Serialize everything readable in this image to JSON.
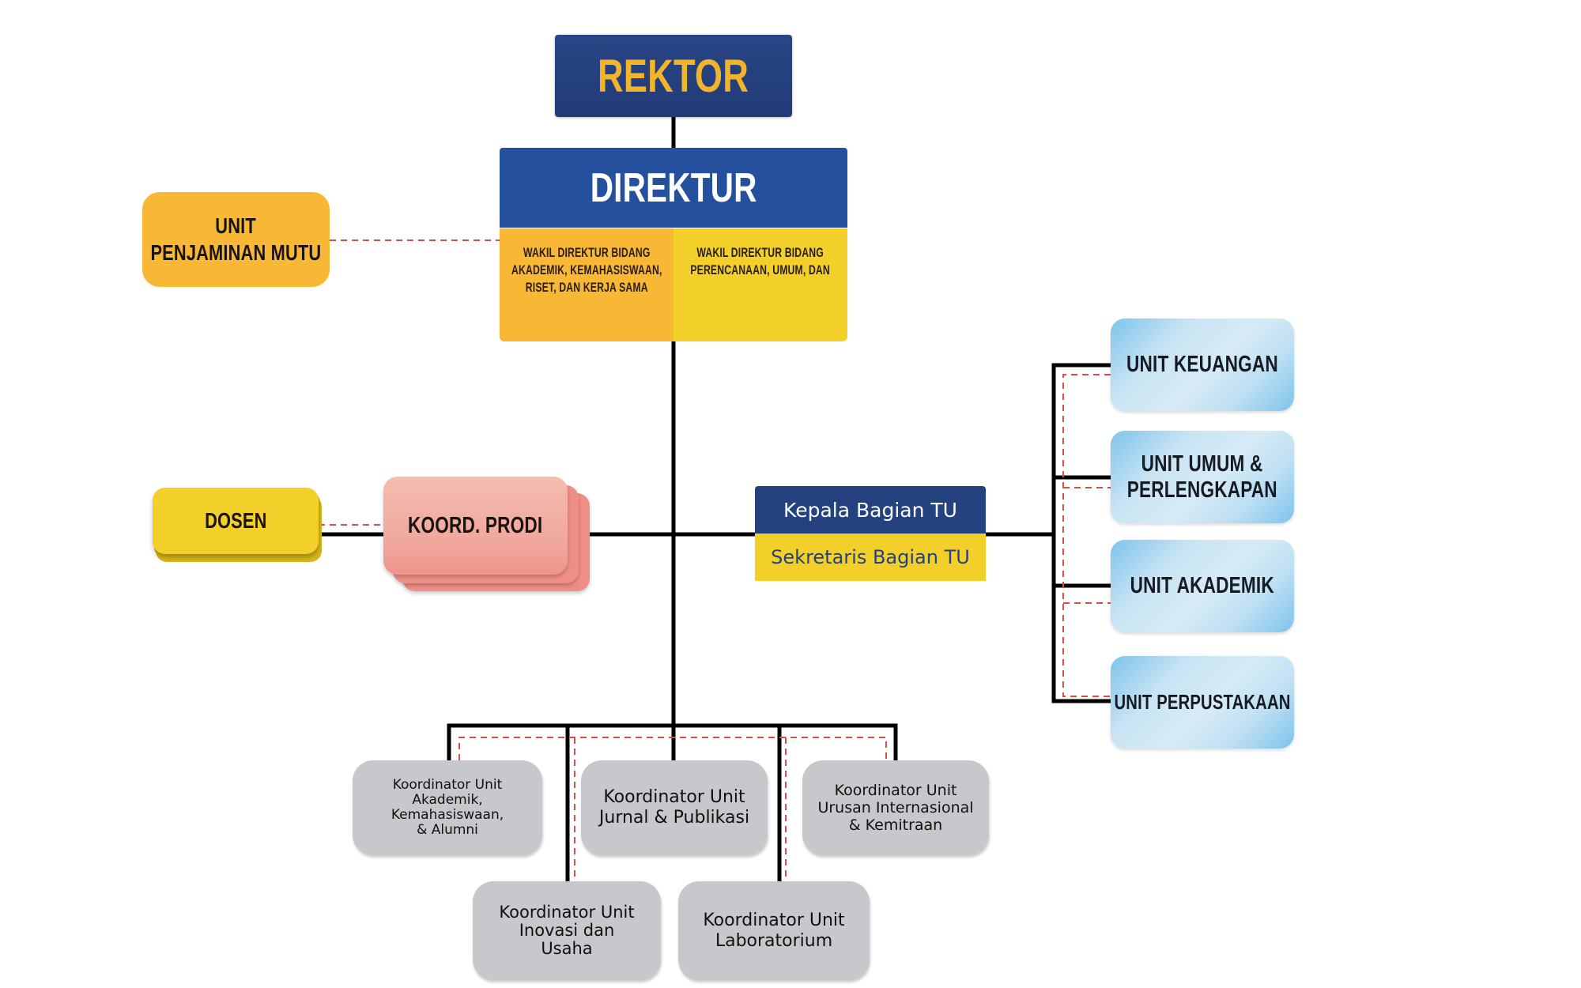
{
  "chart": {
    "rektor": "REKTOR",
    "direktur": "DIREKTUR",
    "wakil_direktur": [
      {
        "lines": [
          "WAKIL DIREKTUR BIDANG",
          "AKADEMIK, KEMAHASISWAAN,",
          "RISET, DAN KERJA SAMA"
        ]
      },
      {
        "lines": [
          "WAKIL DIREKTUR BIDANG",
          "PERENCANAAN, UMUM, DAN"
        ]
      }
    ],
    "unit_penjaminan_mutu": [
      "UNIT",
      "PENJAMINAN MUTU"
    ],
    "dosen": "DOSEN",
    "koord_prodi": "KOORD. PRODI",
    "tata_usaha": {
      "kepala": "Kepala Bagian TU",
      "sekretaris": "Sekretaris Bagian TU"
    },
    "units": [
      {
        "lines": [
          "UNIT KEUANGAN"
        ]
      },
      {
        "lines": [
          "UNIT UMUM &",
          "PERLENGKAPAN"
        ]
      },
      {
        "lines": [
          "UNIT AKADEMIK"
        ]
      },
      {
        "lines": [
          "UNIT PERPUSTAKAAN"
        ]
      }
    ],
    "koordinator": [
      {
        "lines": [
          "Koordinator Unit",
          "Akademik,",
          "Kemahasiswaan,",
          "& Alumni"
        ]
      },
      {
        "lines": [
          "Koordinator Unit",
          "Jurnal & Publikasi"
        ]
      },
      {
        "lines": [
          "Koordinator Unit",
          "Urusan Internasional",
          "& Kemitraan"
        ]
      },
      {
        "lines": [
          "Koordinator Unit",
          "Inovasi dan",
          "Usaha"
        ]
      },
      {
        "lines": [
          "Koordinator Unit",
          "Laboratorium"
        ]
      }
    ]
  },
  "colors": {
    "rektor_bg": "#213b78",
    "rektor_text": "#f2b52a",
    "direktur_bg": "#24509d",
    "orange": "#f8b734",
    "yellow": "#f3cf2a",
    "pink": "#f0a79c",
    "light_blue": "#c9e4f4",
    "gray": "#c7c8cc",
    "line_solid": "#000000",
    "line_dashed": "#d0504a"
  }
}
